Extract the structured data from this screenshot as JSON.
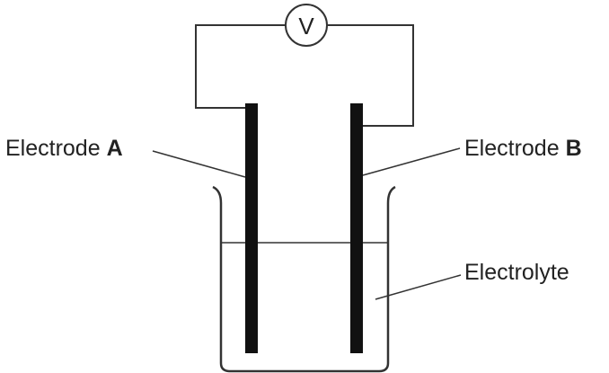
{
  "voltmeter": {
    "symbol": "V"
  },
  "electrode_a": {
    "name": "Electrode ",
    "letter": "A"
  },
  "electrode_b": {
    "name": "Electrode ",
    "letter": "B"
  },
  "electrolyte": {
    "label": "Electrolyte"
  },
  "colors": {
    "line": "#333333",
    "electrode": "#111111",
    "background": "#ffffff"
  }
}
